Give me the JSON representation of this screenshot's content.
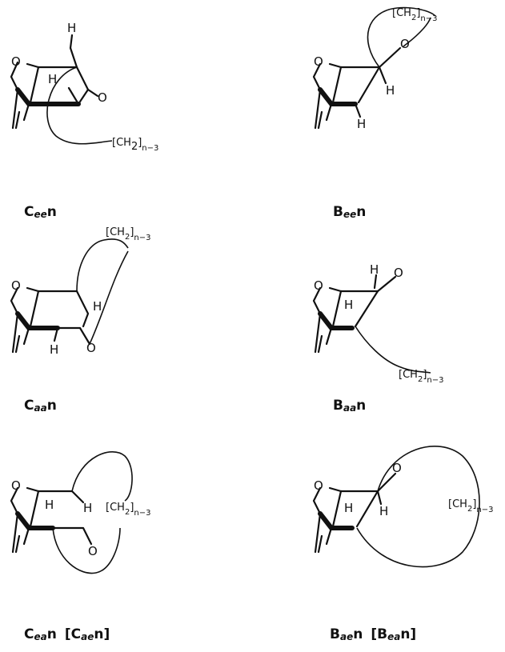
{
  "structures": [
    {
      "id": "cee",
      "group_label": "[CH",
      "group_sub": "2",
      "group_close": "]",
      "group_n": "n−3",
      "atoms": {
        "o_ring": "O",
        "h1": "H",
        "h2": "H",
        "o_ketone": "O"
      },
      "caption": {
        "main": "C",
        "sub": "ee",
        "tail": "n",
        "bracket": ""
      }
    },
    {
      "id": "bee",
      "group_label": "[CH",
      "group_sub": "2",
      "group_close": "]",
      "group_n": "n−3",
      "atoms": {
        "o_ring": "O",
        "h1": "H",
        "h2": "H",
        "o_ketone": "O"
      },
      "caption": {
        "main": "B",
        "sub": "ee",
        "tail": "n",
        "bracket": ""
      }
    },
    {
      "id": "caa",
      "group_label": "[CH",
      "group_sub": "2",
      "group_close": "]",
      "group_n": "n−3",
      "atoms": {
        "o_ring": "O",
        "h1": "H",
        "h2": "H",
        "o_ketone": "O"
      },
      "caption": {
        "main": "C",
        "sub": "aa",
        "tail": "n",
        "bracket": ""
      }
    },
    {
      "id": "baa",
      "group_label": "[CH",
      "group_sub": "2",
      "group_close": "]",
      "group_n": "n−3",
      "atoms": {
        "o_ring": "O",
        "h1": "H",
        "h2": "H",
        "o_ketone": "O"
      },
      "caption": {
        "main": "B",
        "sub": "aa",
        "tail": "n",
        "bracket": ""
      }
    },
    {
      "id": "cea",
      "group_label": "[CH",
      "group_sub": "2",
      "group_close": "]",
      "group_n": "n−3",
      "atoms": {
        "o_ring": "O",
        "h1": "H",
        "h2": "H",
        "o_ketone": "O"
      },
      "caption": {
        "main": "C",
        "sub": "ea",
        "tail": "n",
        "bracket_open": "[C",
        "bracket_sub": "ae",
        "bracket_tail": "n]"
      }
    },
    {
      "id": "bae",
      "group_label": "[CH",
      "group_sub": "2",
      "group_close": "]",
      "group_n": "n−3",
      "atoms": {
        "o_ring": "O",
        "h1": "H",
        "h2": "H",
        "o_ketone": "O"
      },
      "caption": {
        "main": "B",
        "sub": "ae",
        "tail": "n",
        "bracket_open": "[B",
        "bracket_sub": "ea",
        "bracket_tail": "n]"
      }
    }
  ]
}
